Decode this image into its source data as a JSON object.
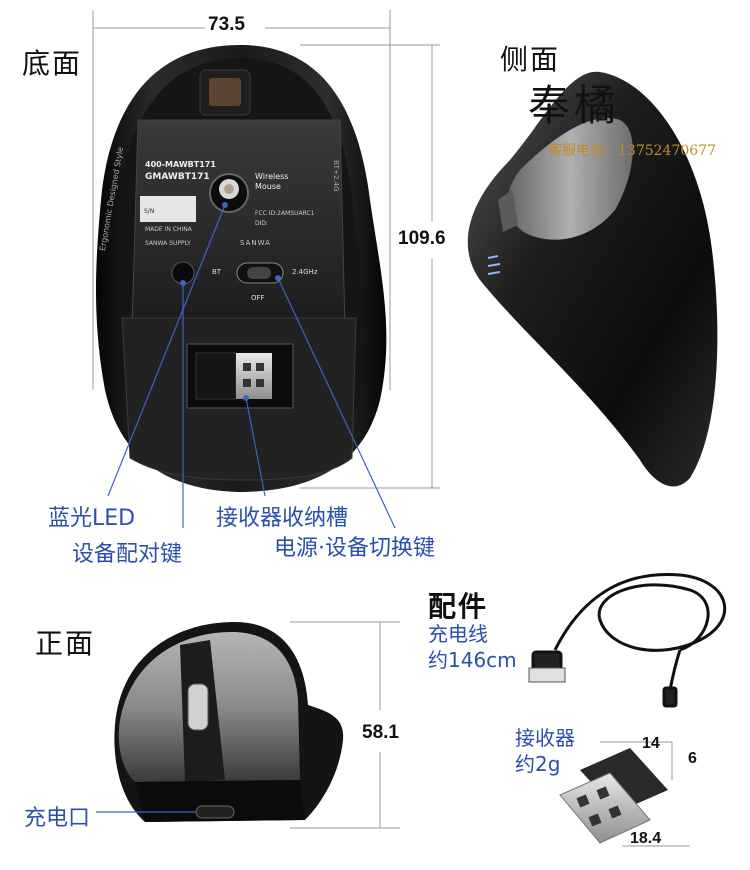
{
  "labels": {
    "bottom_view": "底面",
    "side_view": "侧面",
    "front_view": "正面",
    "accessories": "配件"
  },
  "dimensions": {
    "width": "73.5",
    "length": "109.6",
    "height": "58.1",
    "receiver_w": "14",
    "receiver_h": "6",
    "receiver_l": "18.4"
  },
  "callouts": {
    "blue_led": "蓝光LED",
    "pairing_key": "设备配对键",
    "receiver_slot": "接收器收纳槽",
    "power_switch": "电源·设备切换键",
    "charge_port": "充电口"
  },
  "accessory_items": {
    "cable_line1": "充电线",
    "cable_line2": "约146cm",
    "receiver_line1": "接收器",
    "receiver_line2": "约2g"
  },
  "product_label": {
    "model1": "400-MAWBT171",
    "model2": "GMAWBT171",
    "wireless": "Wireless",
    "mouse": "Mouse",
    "sn": "S/N",
    "made": "MADE IN CHINA",
    "fcc": "FCC ID:2AMSUARC1",
    "did": "DID:",
    "brand1": "SANWA SUPPLY",
    "brand2": "SANWA",
    "bt": "BT",
    "ghz": "2.4GHz",
    "off": "OFF",
    "side_text": "Ergonomic Designed Style",
    "side_text2": "BT+2.4G"
  },
  "watermark": {
    "name": "奉橘",
    "phone": "客服电话：13752470677"
  }
}
